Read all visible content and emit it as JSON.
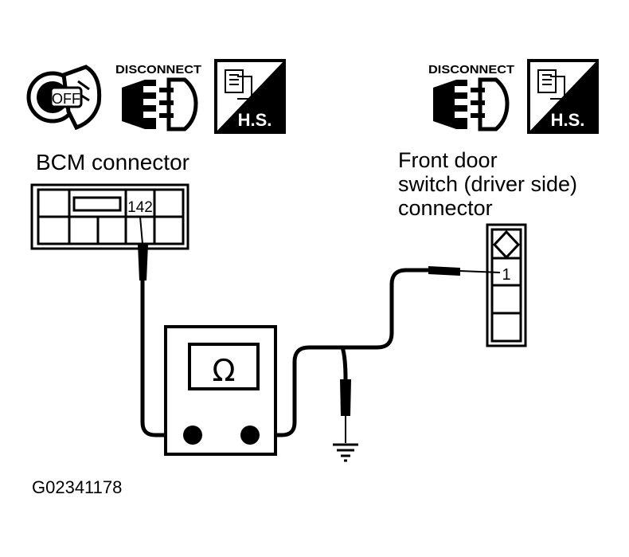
{
  "icons_left": {
    "ignition_text": "OFF",
    "disconnect_text": "DISCONNECT",
    "hs_text": "H.S."
  },
  "icons_right": {
    "disconnect_text": "DISCONNECT",
    "hs_text": "H.S."
  },
  "bcm_connector": {
    "title": "BCM connector",
    "terminal": "142"
  },
  "door_switch_connector": {
    "title_line1": "Front door",
    "title_line2": "switch (driver side)",
    "title_line3": "connector",
    "terminal": "1"
  },
  "ohmmeter": {
    "symbol": "Ω"
  },
  "figure_id": "G02341178"
}
